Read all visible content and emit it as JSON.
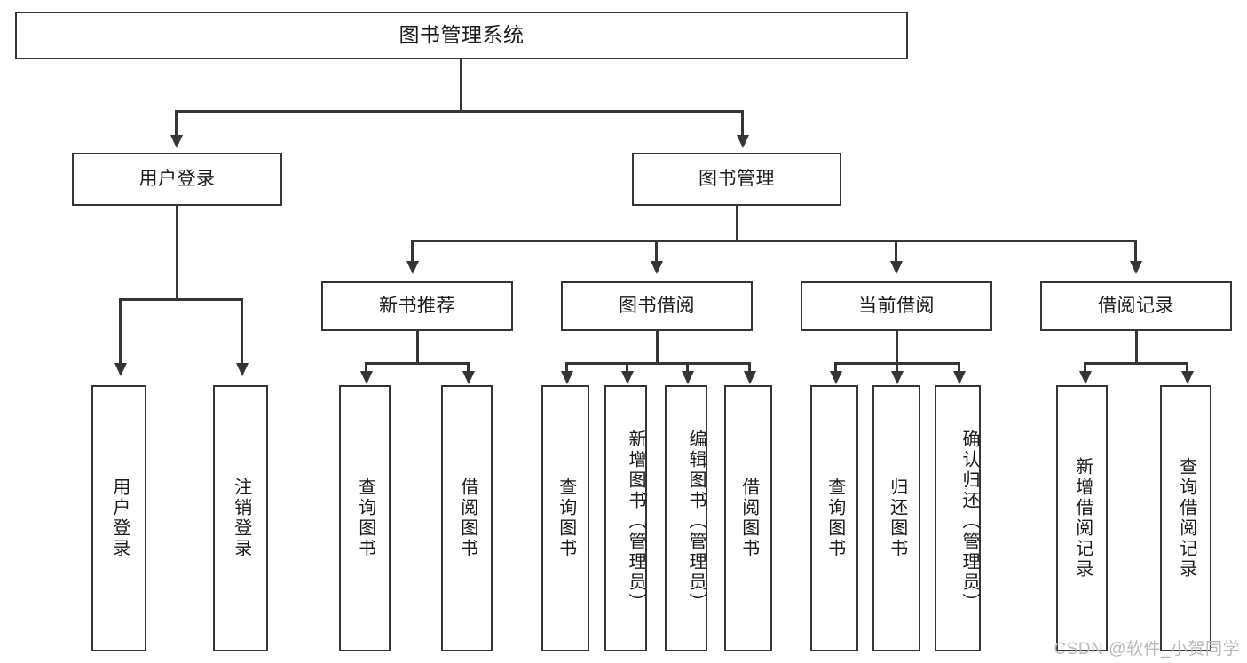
{
  "diagram": {
    "title": "图书管理系统",
    "type": "tree",
    "watermark": "CSDN @软件_小贺同学"
  },
  "root": {
    "label": "图书管理系统"
  },
  "level2": [
    {
      "label": "用户登录"
    },
    {
      "label": "图书管理"
    }
  ],
  "level3": [
    {
      "label": "新书推荐"
    },
    {
      "label": "图书借阅"
    },
    {
      "label": "当前借阅"
    },
    {
      "label": "借阅记录"
    }
  ],
  "leaves": {
    "user_login": [
      {
        "label": "用户登录"
      },
      {
        "label": "注销登录"
      }
    ],
    "new_book": [
      {
        "label": "查询图书"
      },
      {
        "label": "借阅图书"
      }
    ],
    "book_borrow": [
      {
        "label": "查询图书"
      },
      {
        "label": "新增图书（管理员）"
      },
      {
        "label": "编辑图书（管理员）"
      },
      {
        "label": "借阅图书"
      }
    ],
    "current_borrow": [
      {
        "label": "查询图书"
      },
      {
        "label": "归还图书"
      },
      {
        "label": "确认归还（管理员）"
      }
    ],
    "borrow_record": [
      {
        "label": "新增借阅记录"
      },
      {
        "label": "查询借阅记录"
      }
    ]
  },
  "colors": {
    "stroke": "#353535",
    "fill": "#ffffff",
    "text": "#1a1a1a",
    "watermark": "#b9b9b9"
  }
}
